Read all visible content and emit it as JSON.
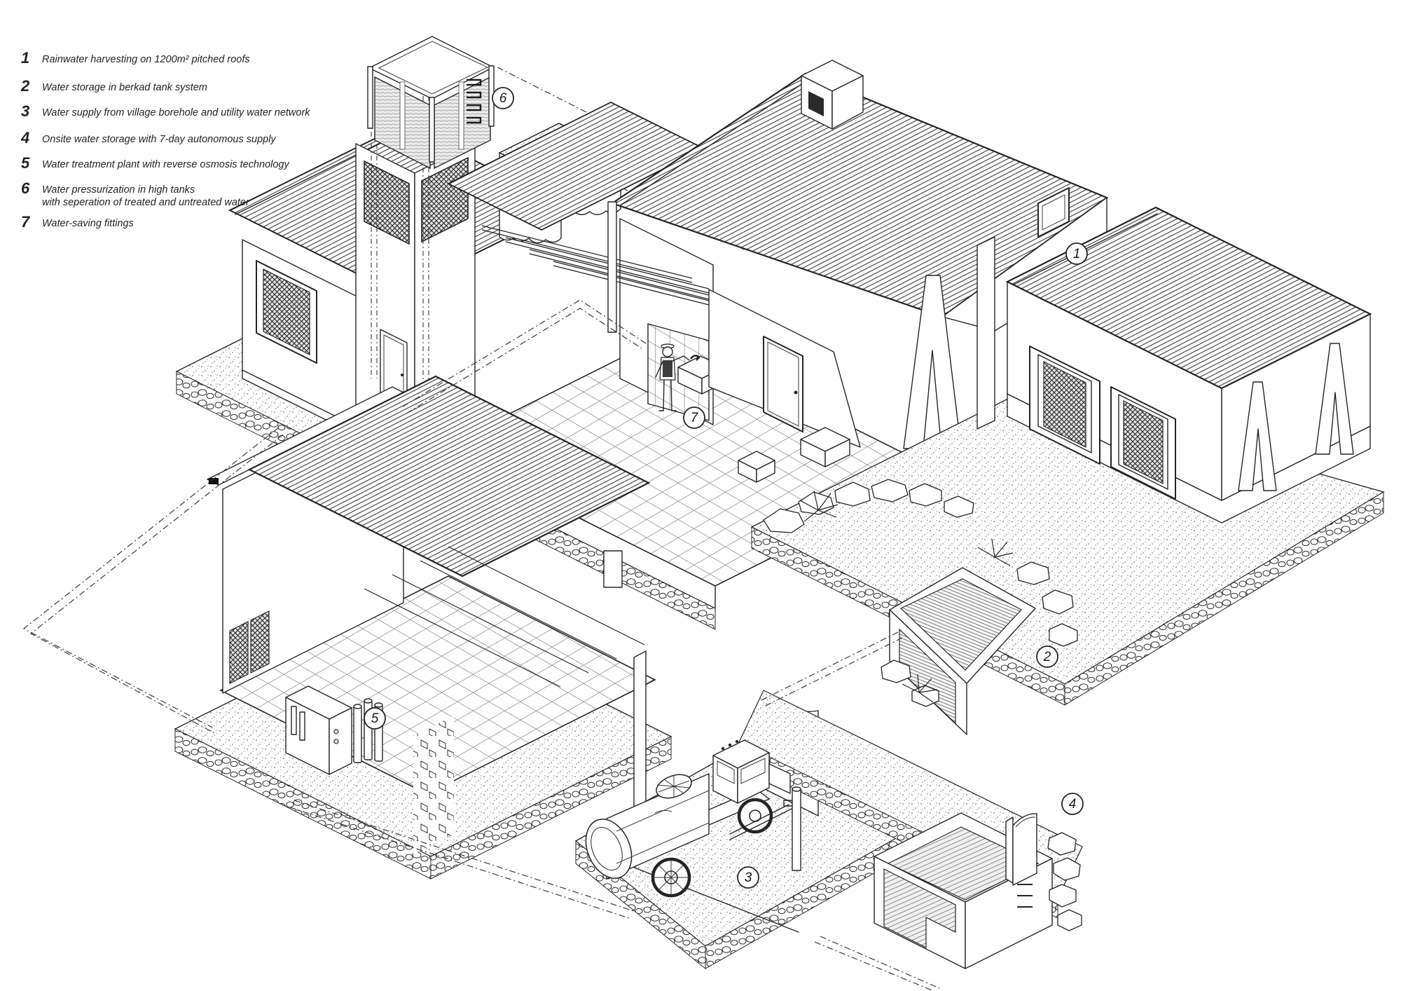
{
  "legend": {
    "items": [
      {
        "num": "1",
        "text": "Rainwater harvesting on 1200m² pitched roofs",
        "text2": ""
      },
      {
        "num": "2",
        "text": "Water storage in berkad tank system",
        "text2": ""
      },
      {
        "num": "3",
        "text": "Water supply from village borehole and utility water network",
        "text2": ""
      },
      {
        "num": "4",
        "text": "Onsite water storage with 7-day autonomous supply",
        "text2": ""
      },
      {
        "num": "5",
        "text": "Water treatment plant with reverse osmosis technology",
        "text2": ""
      },
      {
        "num": "6",
        "text": "Water pressurization in high tanks",
        "text2": "with seperation of treated and untreated water"
      },
      {
        "num": "7",
        "text": "Water-saving fittings",
        "text2": ""
      }
    ]
  },
  "markers": {
    "items": [
      {
        "label": "1"
      },
      {
        "label": "2"
      },
      {
        "label": "3"
      },
      {
        "label": "4"
      },
      {
        "label": "5"
      },
      {
        "label": "6"
      },
      {
        "label": "7"
      }
    ]
  },
  "colors": {
    "ink": "#242424",
    "paper": "#ffffff",
    "water_fill": "#ececec",
    "water_line": "#9a9a9a"
  }
}
